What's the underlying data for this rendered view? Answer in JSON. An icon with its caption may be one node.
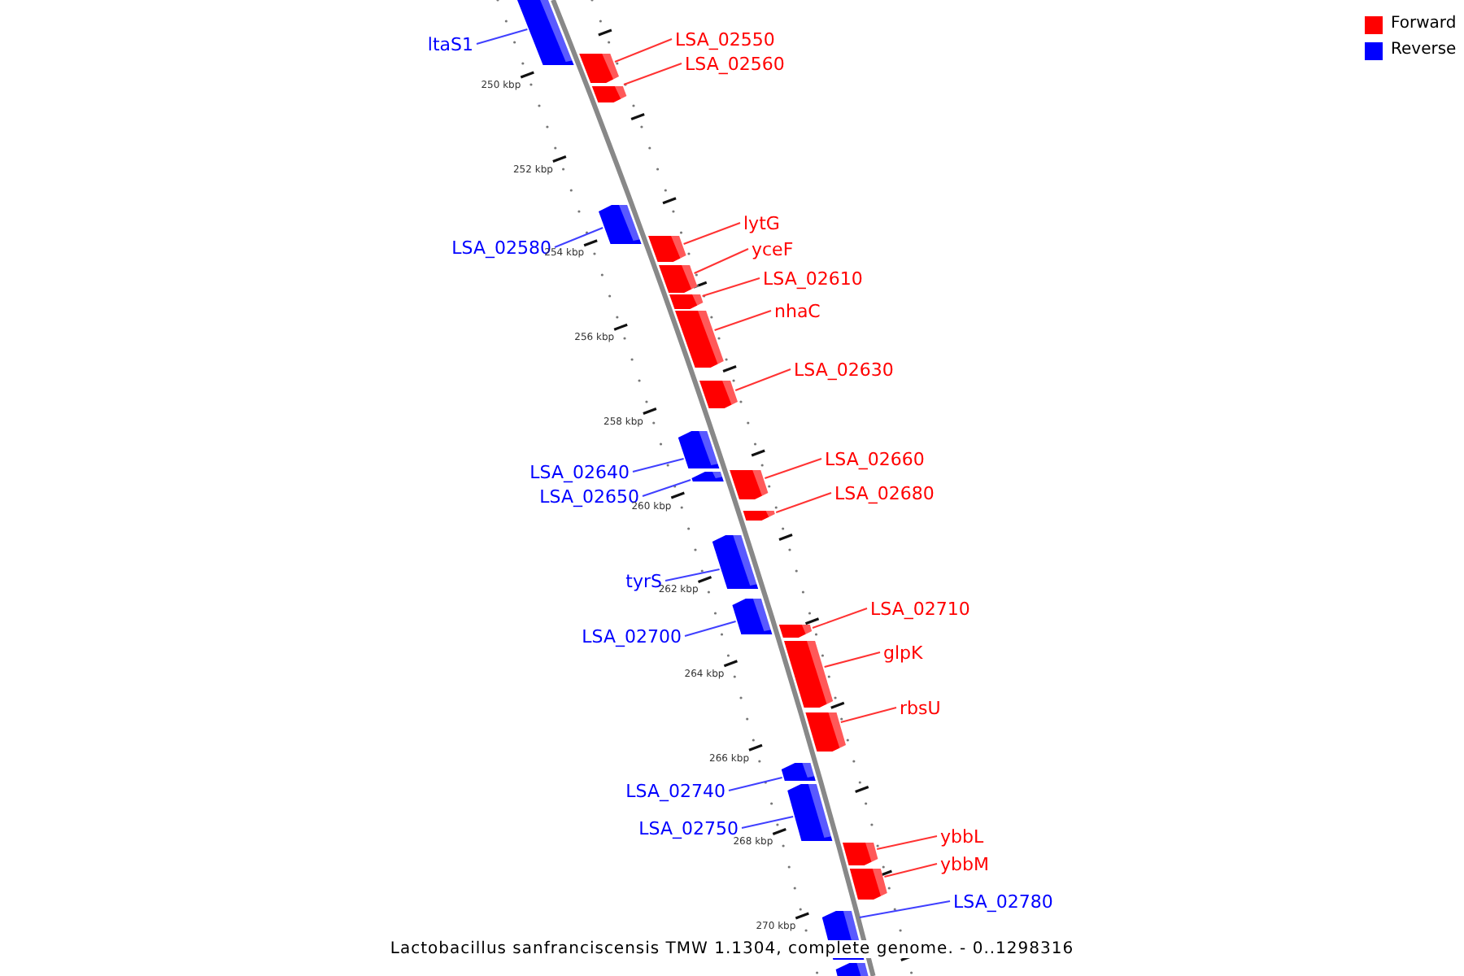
{
  "diagram": {
    "caption": "Lactobacillus sanfranciscensis TMW 1.1304, complete genome. - 0..1298316",
    "nodes": [
      {
        "text": [
          "ltaS1"
        ]
      },
      {
        "text": [],
        "shape": "bar"
      },
      {
        "text": [
          "LSA_02550"
        ]
      },
      {
        "text": [],
        "shape": "bar"
      },
      {
        "text": [
          "LSA_02560"
        ]
      },
      {
        "text": [],
        "shape": "bar"
      },
      {
        "text": [
          "LSA_02580"
        ]
      },
      {
        "text": [],
        "shape": "bar"
      },
      {
        "text": [
          "lytG"
        ]
      },
      {
        "text": [],
        "shape": "bar"
      },
      {
        "text": [
          "yceF"
        ]
      },
      {
        "text": [],
        "shape": "bar"
      },
      {
        "text": [
          "LSA_02610"
        ]
      },
      {
        "text": [],
        "shape": "bar"
      },
      {
        "text": [
          "nhaC"
        ]
      },
      {
        "text": [],
        "shape": "bar"
      },
      {
        "text": [
          "LSA_02630"
        ]
      },
      {
        "text": [],
        "shape": "bar"
      },
      {
        "text": [
          "LSA_02640"
        ]
      },
      {
        "text": [],
        "shape": "bar"
      },
      {
        "text": [
          "LSA_02650"
        ]
      },
      {
        "text": [],
        "shape": "bar"
      },
      {
        "text": [
          "LSA_02660"
        ]
      },
      {
        "text": [],
        "shape": "bar"
      },
      {
        "text": [
          "LSA_02680"
        ]
      },
      {
        "text": [],
        "shape": "bar"
      },
      {
        "text": [
          "tyrS"
        ]
      },
      {
        "text": [],
        "shape": "bar"
      },
      {
        "text": [
          "LSA_02700"
        ]
      },
      {
        "text": [],
        "shape": "bar"
      },
      {
        "text": [
          "LSA_02710"
        ]
      },
      {
        "text": [],
        "shape": "bar"
      },
      {
        "text": [
          "glpK"
        ]
      },
      {
        "text": [],
        "shape": "bar"
      },
      {
        "text": [
          "rbsU"
        ]
      },
      {
        "text": [],
        "shape": "bar"
      },
      {
        "text": [
          "LSA_02740"
        ]
      },
      {
        "text": [],
        "shape": "bar"
      },
      {
        "text": [
          "LSA_02750"
        ]
      },
      {
        "text": [],
        "shape": "bar"
      },
      {
        "text": [
          "ybbL"
        ]
      },
      {
        "text": [],
        "shape": "bar"
      },
      {
        "text": [
          "ybbM"
        ]
      },
      {
        "text": [],
        "shape": "bar"
      },
      {
        "text": [
          "LSA_02780"
        ]
      },
      {
        "text": [],
        "shape": "bar"
      },
      {
        "text": [],
        "shape": "bar"
      }
    ],
    "edges": [
      {
        "from": 0,
        "to": 1,
        "arrow": "none",
        "color": "#4040ff"
      },
      {
        "from": 2,
        "to": 3,
        "arrow": "none"
      },
      {
        "from": 4,
        "to": 5,
        "arrow": "none"
      },
      {
        "from": 6,
        "to": 7,
        "arrow": "none",
        "color": "#4040ff"
      },
      {
        "from": 8,
        "to": 9,
        "arrow": "none"
      },
      {
        "from": 10,
        "to": 11,
        "arrow": "none"
      },
      {
        "from": 12,
        "to": 13,
        "arrow": "none"
      },
      {
        "from": 14,
        "to": 15,
        "arrow": "none"
      },
      {
        "from": 16,
        "to": 17,
        "arrow": "none"
      },
      {
        "from": 18,
        "to": 19,
        "arrow": "none",
        "color": "#4040ff"
      },
      {
        "from": 20,
        "to": 21,
        "arrow": "none",
        "color": "#4040ff"
      },
      {
        "from": 22,
        "to": 23,
        "arrow": "none"
      },
      {
        "from": 24,
        "to": 25,
        "arrow": "none"
      },
      {
        "from": 26,
        "to": 27,
        "arrow": "none",
        "color": "#4040ff"
      },
      {
        "from": 28,
        "to": 29,
        "arrow": "none",
        "color": "#4040ff"
      },
      {
        "from": 30,
        "to": 31,
        "arrow": "none"
      },
      {
        "from": 32,
        "to": 33,
        "arrow": "none"
      },
      {
        "from": 34,
        "to": 35,
        "arrow": "none"
      },
      {
        "from": 36,
        "to": 37,
        "arrow": "none",
        "color": "#4040ff"
      },
      {
        "from": 38,
        "to": 39,
        "arrow": "none",
        "color": "#4040ff"
      },
      {
        "from": 40,
        "to": 41,
        "arrow": "none"
      },
      {
        "from": 42,
        "to": 43,
        "arrow": "none"
      },
      {
        "from": 44,
        "to": 45,
        "arrow": "none",
        "color": "#4040ff"
      }
    ],
    "labels": [
      "250 kbp",
      "252 kbp",
      "254 kbp",
      "256 kbp",
      "258 kbp",
      "260 kbp",
      "262 kbp",
      "264 kbp",
      "266 kbp",
      "268 kbp",
      "270 kbp"
    ],
    "legend": [
      {
        "text": "Forward",
        "color": "#ff0000"
      },
      {
        "text": "Reverse",
        "color": "#0000ff"
      }
    ]
  }
}
